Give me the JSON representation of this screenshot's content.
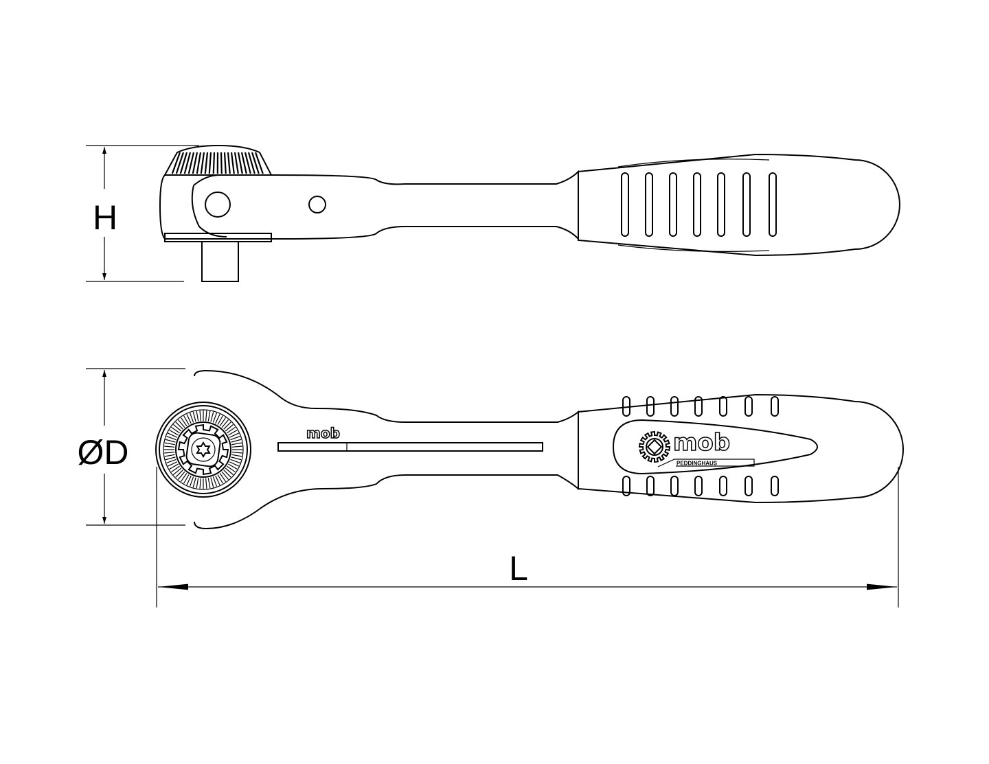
{
  "drawing": {
    "dimensions": {
      "height_label": "H",
      "diameter_label": "ØD",
      "length_label": "L"
    },
    "branding": {
      "small_logo": "mob",
      "handle_logo": "mob",
      "handle_logo_subtext": "PEDDINGHAUS"
    },
    "line_color": "#000000",
    "background_color": "#ffffff"
  }
}
